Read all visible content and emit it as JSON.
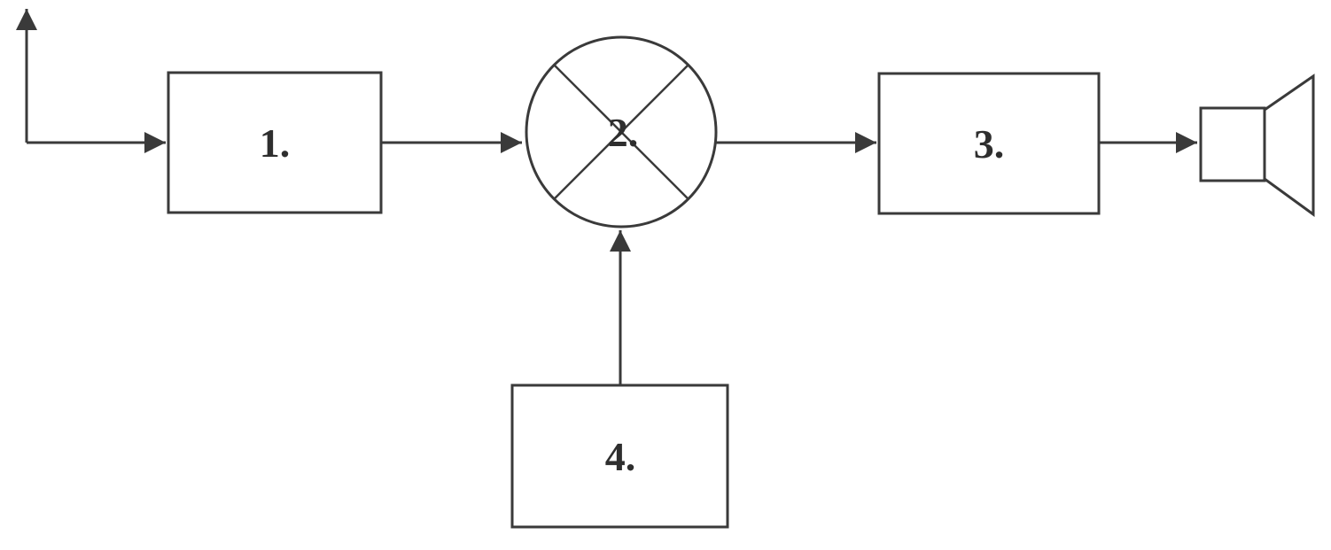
{
  "diagram": {
    "type": "block-diagram",
    "background_color": "#ffffff",
    "stroke_color": "#3a3a3a",
    "text_color": "#2e2e2e",
    "nodes": [
      {
        "id": "1",
        "label": "1.",
        "shape": "rectangle"
      },
      {
        "id": "2",
        "label": "2.",
        "shape": "mixer-circle-with-x"
      },
      {
        "id": "3",
        "label": "3.",
        "shape": "rectangle"
      },
      {
        "id": "4",
        "label": "4.",
        "shape": "rectangle"
      }
    ],
    "terminals": [
      {
        "id": "antenna",
        "icon": "antenna-icon",
        "position": "input-left"
      },
      {
        "id": "speaker",
        "icon": "speaker-icon",
        "position": "output-right"
      }
    ],
    "edges": [
      {
        "from": "antenna",
        "to": "1"
      },
      {
        "from": "1",
        "to": "2"
      },
      {
        "from": "2",
        "to": "3"
      },
      {
        "from": "3",
        "to": "speaker"
      },
      {
        "from": "4",
        "to": "2"
      }
    ]
  }
}
